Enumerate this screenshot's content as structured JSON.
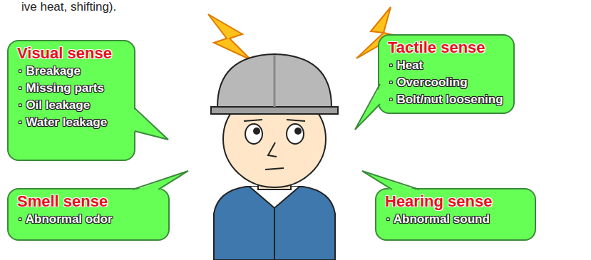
{
  "diagram": {
    "nodes": [
      {
        "text": [
          "Visual sense",
          "· Breakage",
          "· Missing parts",
          "· Oil leakage",
          "· Water leakage"
        ]
      },
      {
        "text": [
          "Tactile sense",
          "· Heat",
          "· Overcooling",
          "· Bolt/nut loosening"
        ]
      },
      {
        "text": [
          "Smell sense",
          "· Abnormal odor"
        ]
      },
      {
        "text": [
          "Hearing sense",
          "· Abnormal sound"
        ]
      }
    ],
    "labels": [
      "ive heat, shifting)."
    ]
  }
}
